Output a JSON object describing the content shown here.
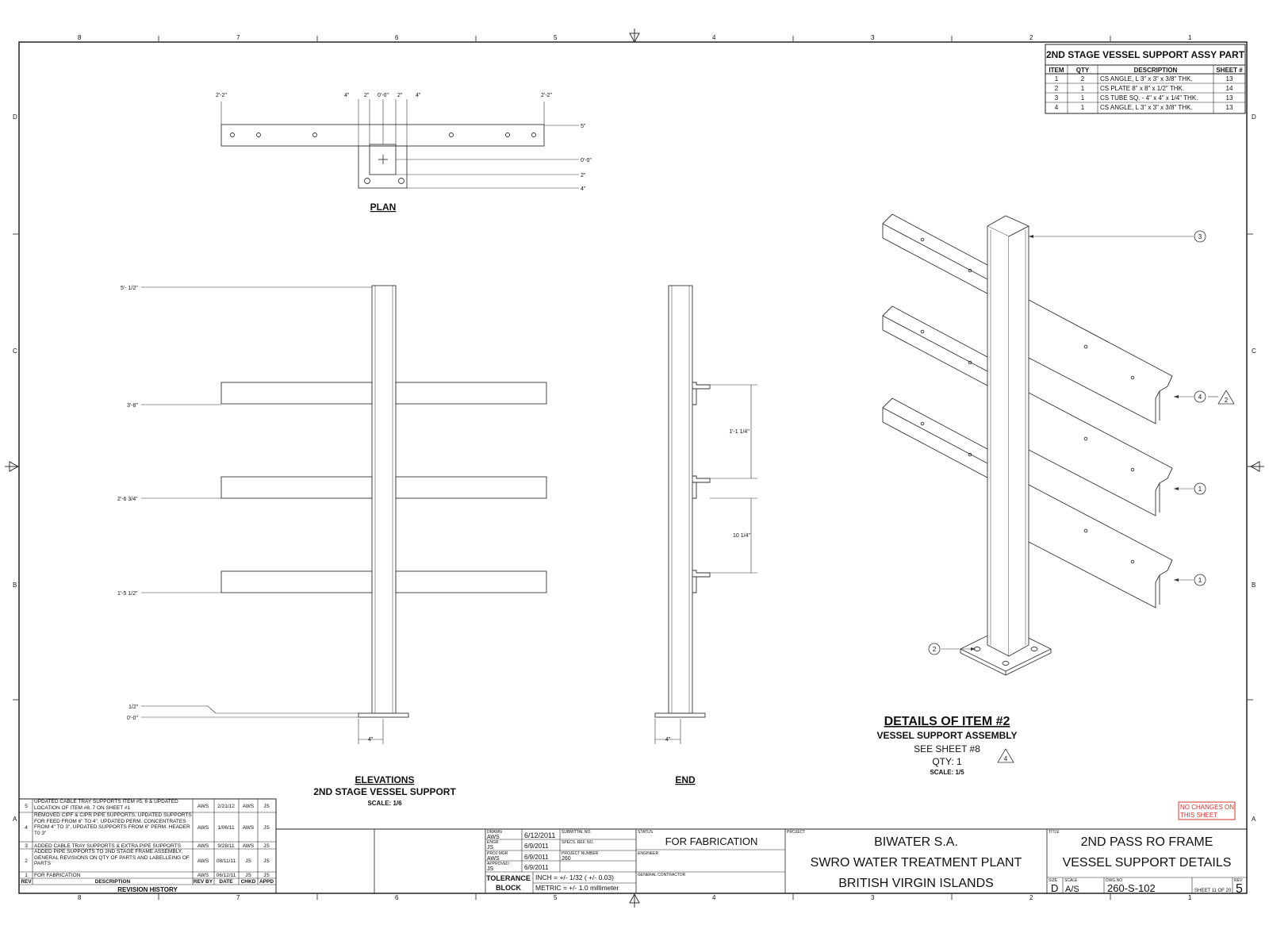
{
  "grid": {
    "cols": [
      "8",
      "7",
      "6",
      "5",
      "4",
      "3",
      "2",
      "1"
    ],
    "rows": [
      "D",
      "C",
      "B",
      "A"
    ]
  },
  "parts_table": {
    "title": "2ND STAGE VESSEL SUPPORT ASSY PART",
    "headers": [
      "ITEM",
      "QTY",
      "DESCRIPTION",
      "SHEET #"
    ],
    "rows": [
      [
        "1",
        "2",
        "CS ANGLE, L 3\" x 3\" x 3/8\" THK.",
        "13"
      ],
      [
        "2",
        "1",
        "CS PLATE 8\" x 8\" x 1/2\" THK.",
        "14"
      ],
      [
        "3",
        "1",
        "CS TUBE SQ. - 4\" x 4\" x 1/4\" THK.",
        "13"
      ],
      [
        "4",
        "1",
        "CS ANGLE, L 3\" x 3\" x 3/8\" THK.",
        "13"
      ]
    ]
  },
  "plan": {
    "title": "PLAN",
    "dims_top": [
      "2'-2\"",
      "4\"",
      "2\"",
      "0'-0\"",
      "2\"",
      "4\"",
      "2'-2\""
    ],
    "dims_right": [
      "5\"",
      "0'-0\"",
      "2\"",
      "4\""
    ]
  },
  "elevation": {
    "title1": "ELEVATIONS",
    "title2": "2ND STAGE VESSEL SUPPORT",
    "scale": "SCALE: 1/6",
    "levels": [
      "5'- 1/2\"",
      "3'-8\"",
      "2'-6 3/4\"",
      "1'-5 1/2\"",
      "1/2\"",
      "0'-0\""
    ],
    "base_dim": "4\""
  },
  "end": {
    "title": "END",
    "dim1": "1'-1 1/4\"",
    "dim2": "10 1/4\"",
    "base_dim": "4\""
  },
  "detail": {
    "title": "DETAILS OF ITEM #2",
    "subtitle": "VESSEL SUPPORT ASSEMBLY",
    "see_sheet": "SEE SHEET #8",
    "qty": "QTY: 1",
    "scale": "SCALE: 1/5",
    "rev_marker": "4",
    "balloons": [
      "3",
      "4",
      "1",
      "1",
      "2"
    ],
    "tri_marker": "2"
  },
  "revisions": {
    "title": "REVISION HISTORY",
    "headers": [
      "REV",
      "DESCRIPTION",
      "REV BY",
      "DATE",
      "CHKD",
      "APPD"
    ],
    "rows": [
      [
        "5",
        "UPDATED CABLE TRAY SUPPORTS ITEM #5, 6 & UPDATED LOCATION OF ITEM #8, 7 ON SHEET #1",
        "AWS",
        "2/21/12",
        "AWS",
        "JS"
      ],
      [
        "4",
        "REMOVED CIPF & CIPR PIPE SUPPORTS, UPDATED SUPPORTS FOR FEED FROM 6\" TO 4\", UPDATED PERM. CONCENTRATES FROM 4\" TO 3\", UPDATED SUPPORTS FROM 6\" PERM. HEADER T0 3\"",
        "AWS",
        "1/06/11",
        "AWS",
        "JS"
      ],
      [
        "3",
        "ADDED CABLE TRAY SUPPORTS & EXTRA PIPE SUPPORTS",
        "AWS",
        "9/28/11",
        "AWS",
        "JS"
      ],
      [
        "2",
        "ADDED PIPE SUPPORTS TO 2ND STAGE FRAME ASSEMBLY, GENERAL REVISIONS ON QTY OF PARTS AND LABELLEING OF PARTS",
        "AWS",
        "08/11/11",
        "JS",
        "JS"
      ],
      [
        "1",
        "FOR FABRICATION",
        "AWS",
        "06/12/11",
        "JS",
        "JS"
      ]
    ]
  },
  "title_block": {
    "drawn_label": "DRAWN",
    "drawn_by": "AWS",
    "drawn_date": "6/12/2011",
    "engr_label": "ENGR",
    "engr_by": "JS",
    "engr_date": "6/9/2011",
    "projmgr_label": "PROJ MGR",
    "projmgr_by": "AWS",
    "projmgr_date": "6/9/2011",
    "approved_label": "APPROVED",
    "approved_by": "JS",
    "approved_date": "6/9/2011",
    "submittal_label": "SUBMITTAL NO.",
    "specs_label": "SPECS. REF. NO.",
    "project_number_label": "PROJECT NUMBER",
    "project_number": "260",
    "status_label": "STATUS",
    "status": "FOR FABRICATION",
    "engineer_label": "ENGINEER",
    "gc_label": "GENERAL CONTRACTOR",
    "tolerance_1": "TOLERANCE",
    "tolerance_2": "BLOCK",
    "tol_inch": "INCH = +/- 1/32 ( +/- 0.03)",
    "tol_metric": "METRIC = +/- 1.0 millimeter",
    "project_label": "PROJECT",
    "project_1": "BIWATER S.A.",
    "project_2": "SWRO WATER TREATMENT PLANT",
    "project_3": "BRITISH VIRGIN ISLANDS",
    "title_label": "TITLE",
    "title_1": "2ND PASS RO FRAME",
    "title_2": "VESSEL SUPPORT DETAILS",
    "size_label": "SIZE",
    "size": "D",
    "scale_label": "SCALE",
    "scale": "A/S",
    "dwg_label": "DWG NO",
    "dwg_no": "260-S-102",
    "sheet_text": "SHEET 11  OF 20",
    "rev_label": "REV",
    "rev": "5",
    "no_changes_1": "NO CHANGES ON",
    "no_changes_2": "THIS SHEET"
  }
}
